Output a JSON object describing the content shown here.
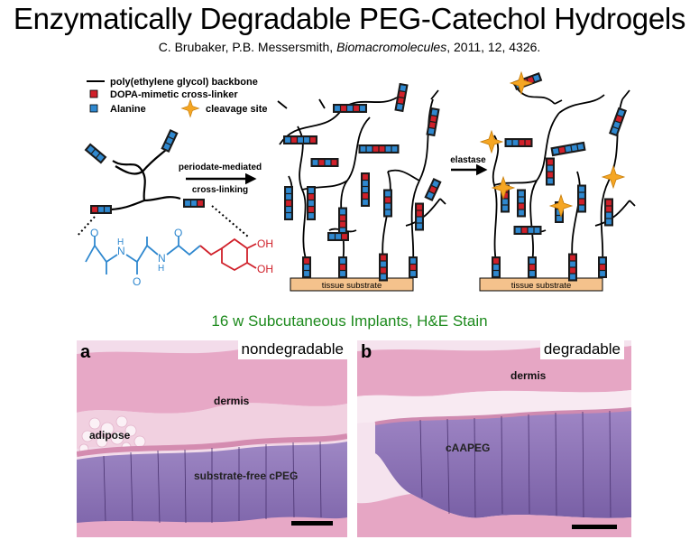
{
  "title": "Enzymatically Degradable PEG-Catechol Hydrogels",
  "citation": {
    "authors": "C. Brubaker, P.B. Messersmith,",
    "journal": "Biomacromolecules",
    "details": ", 2011, 12, 4326."
  },
  "legend": {
    "peg": "poly(ethylene glycol) backbone",
    "dopa": "DOPA-mimetic cross-linker",
    "alanine": "Alanine",
    "cleavage": "cleavage site"
  },
  "arrows": {
    "crosslink_line1": "periodate-mediated",
    "crosslink_line2": "cross-linking",
    "enzyme": "elastase"
  },
  "substrate_label": "tissue substrate",
  "structure_labels": {
    "o": "O",
    "n": "N",
    "h": "H",
    "oh": "OH"
  },
  "colors": {
    "peg": "#000000",
    "dopa": "#d0202a",
    "alanine": "#2f88cf",
    "cleavage": "#f5a623",
    "substrate": "#f4c28c",
    "section_title": "#1d8a1d"
  },
  "section_title": "16 w Subcutaneous Implants, H&E Stain",
  "panels": [
    {
      "label": "a",
      "corner_label": "nondegradable",
      "tissue_labels": {
        "dermis": "dermis",
        "adipose": "adipose",
        "gel": "substrate-free cPEG"
      }
    },
    {
      "label": "b",
      "corner_label": "degradable",
      "tissue_labels": {
        "dermis": "dermis",
        "gel": "cAAPEG"
      }
    }
  ]
}
